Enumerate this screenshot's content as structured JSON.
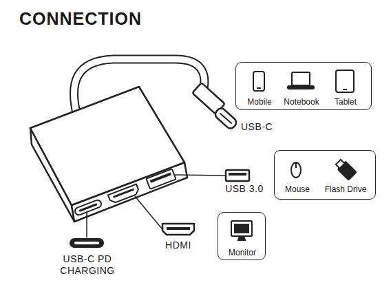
{
  "diagram": {
    "title": "CONNECTION",
    "nodes": [
      {
        "text": [
          "Mobile",
          "Notebook",
          "Tablet"
        ]
      },
      {
        "text": [
          "Mouse",
          "Flash Drive"
        ]
      },
      {
        "text": [
          "Monitor"
        ]
      }
    ],
    "labels": [
      "USB-C",
      "USB 3.0",
      "HDMI",
      "USB-C PD CHARGING"
    ]
  }
}
